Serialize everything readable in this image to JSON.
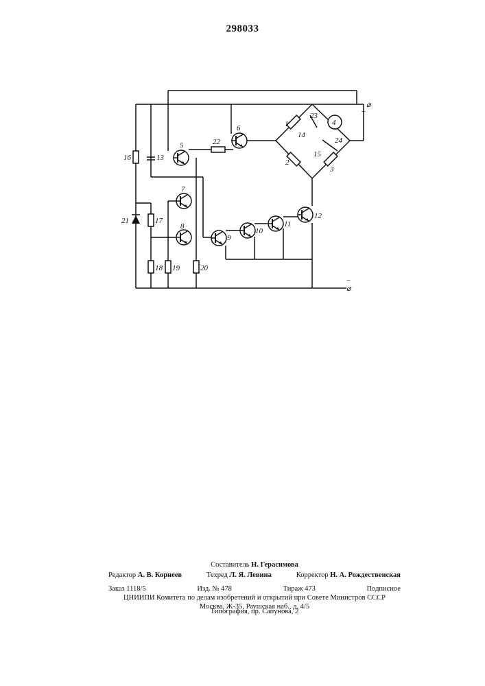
{
  "patent_number": "298033",
  "schematic": {
    "component_labels": [
      "1",
      "2",
      "3",
      "4",
      "5",
      "6",
      "7",
      "8",
      "9",
      "10",
      "11",
      "12",
      "13",
      "14",
      "15",
      "16",
      "17",
      "18",
      "19",
      "20",
      "21",
      "22",
      "23",
      "24"
    ],
    "terminal_plus_symbol": "⌀",
    "terminal_plus_sign": "+",
    "terminal_minus_symbol": "⌀",
    "terminal_minus_sign": "−"
  },
  "footer": {
    "compiler_label": "Составитель",
    "compiler_name": "Н. Герасимова",
    "editor_label": "Редактор",
    "editor_name": "А. В. Корнеев",
    "techred_label": "Техред",
    "techred_name": "Л. Я. Левина",
    "corrector_label": "Корректор",
    "corrector_name": "Н. А. Рождественская",
    "order": "Заказ 1118/5",
    "edition": "Изд. № 478",
    "print_run": "Тираж 473",
    "subscription": "Подписное",
    "institute_line": "ЦНИИПИ Комитета по делам изобретений и открытий при Совете Министров СССР",
    "address": "Москва, Ж-35, Раушская наб., д. 4/5",
    "printing_house": "Типография, пр. Сапунова, 2"
  }
}
